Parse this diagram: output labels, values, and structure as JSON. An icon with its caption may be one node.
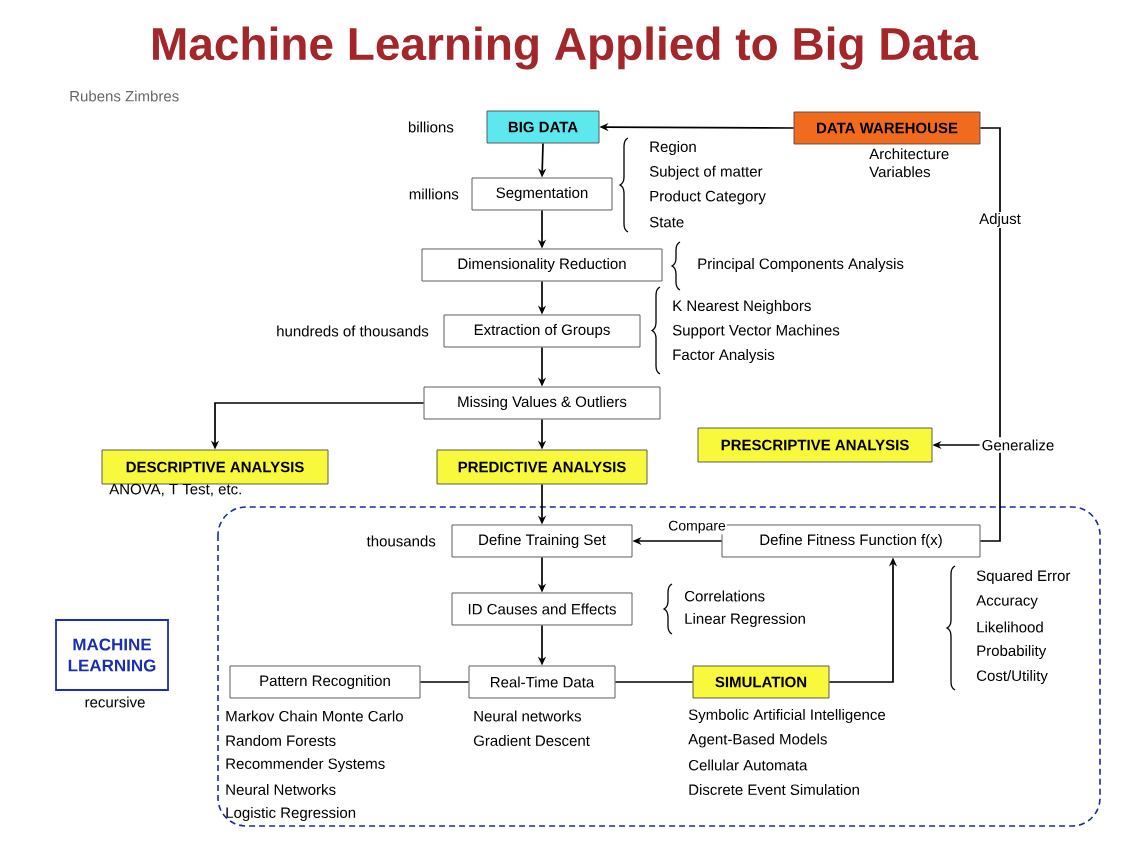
{
  "diagram": {
    "title": "Machine Learning Applied to Big Data",
    "nodes": [
      {
        "text": [
          "BIG DATA"
        ],
        "beside": [
          "billions"
        ]
      },
      {
        "text": [
          "DATA WAREHOUSE"
        ],
        "beside": [
          "Architecture Variables"
        ]
      },
      {
        "text": [
          "Segmentation"
        ],
        "beside": [
          "millions"
        ]
      },
      {
        "text": [
          "Dimensionality Reduction"
        ]
      },
      {
        "text": [
          "Extraction of Groups"
        ],
        "beside": [
          "hundreds of thousands"
        ]
      },
      {
        "text": [
          "Missing Values & Outliers"
        ]
      },
      {
        "text": [
          "DESCRIPTIVE ANALYSIS"
        ],
        "beside": [
          "ANOVA, T Test, etc."
        ]
      },
      {
        "text": [
          "PREDICTIVE ANALYSIS"
        ]
      },
      {
        "text": [
          "PRESCRIPTIVE ANALYSIS"
        ]
      },
      {
        "text": [
          "Generalize"
        ]
      },
      {
        "text": [
          "MACHINE LEARNING"
        ],
        "beside": [
          "recursive"
        ]
      },
      {
        "text": [
          "Define Training Set"
        ],
        "beside": [
          "thousands"
        ]
      },
      {
        "text": [
          "Define Fitness Function f(x)"
        ]
      },
      {
        "text": [
          "ID Causes and Effects"
        ]
      },
      {
        "text": [
          "Pattern Recognition"
        ],
        "beside": [
          "Markov Chain Monte Carlo",
          "Random Forests",
          "Recommender Systems",
          "Neural Networks",
          "Logistic Regression"
        ]
      },
      {
        "text": [
          "Real-Time Data"
        ],
        "beside": [
          "Neural networks",
          "Gradient Descent"
        ]
      },
      {
        "text": [
          "SIMULATION"
        ],
        "beside": [
          "Symbolic Artificial Intelligence",
          "Agent-Based Models",
          "Cellular Automata",
          "Discrete Event Simulation"
        ]
      }
    ],
    "edges": [
      {
        "from": 1,
        "to": 0,
        "arrow": "to"
      },
      {
        "from": 0,
        "to": 2,
        "arrow": "to"
      },
      {
        "from": 2,
        "to": 3,
        "arrow": "to"
      },
      {
        "from": 3,
        "to": 4,
        "arrow": "to"
      },
      {
        "from": 4,
        "to": 5,
        "arrow": "to"
      },
      {
        "from": 5,
        "to": 6,
        "arrow": "to"
      },
      {
        "from": 5,
        "to": 7,
        "arrow": "to"
      },
      {
        "from": 9,
        "to": 8,
        "arrow": "to"
      },
      {
        "from": 7,
        "to": 11,
        "arrow": "to"
      },
      {
        "from": 12,
        "to": 11,
        "arrow": "to",
        "label": "Compare"
      },
      {
        "from": 11,
        "to": 13,
        "arrow": "to"
      },
      {
        "from": 13,
        "to": 15,
        "arrow": "to"
      },
      {
        "from": 14,
        "to": 15,
        "arrow": "none"
      },
      {
        "from": 15,
        "to": 16,
        "arrow": "none"
      },
      {
        "from": 16,
        "to": 12,
        "arrow": "to"
      },
      {
        "from": 12,
        "to": 9,
        "arrow": "none"
      },
      {
        "from": 9,
        "to": 1,
        "arrow": "none",
        "label": "Adjust"
      }
    ],
    "labels": [
      "Rubens Zimbres",
      "Region",
      "Subject of matter",
      "Product Category",
      "State",
      "Principal Components Analysis",
      "K Nearest Neighbors",
      "Support Vector Machines",
      "Factor Analysis",
      "Correlations",
      "Linear Regression",
      "Squared Error",
      "Accuracy",
      "Likelihood",
      "Probability",
      "Cost/Utility"
    ]
  }
}
